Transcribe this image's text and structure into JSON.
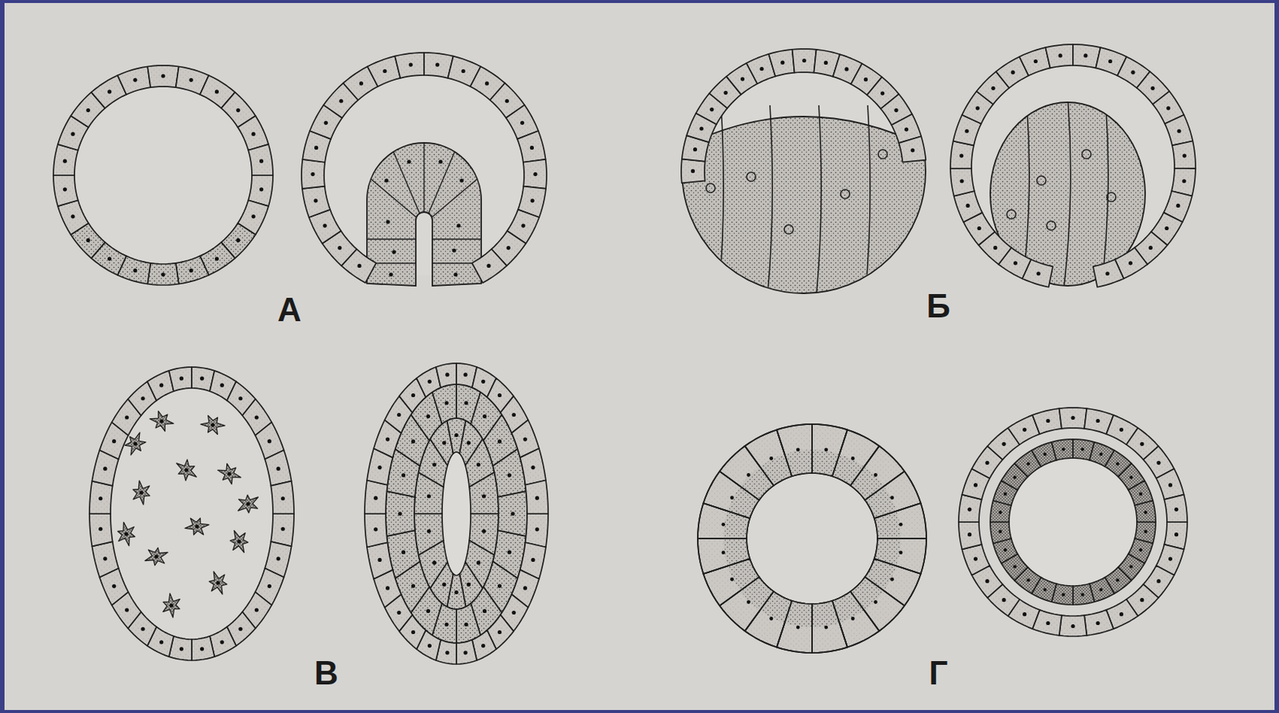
{
  "diagram": {
    "labels": [
      "А",
      "Б",
      "В",
      "Г"
    ]
  }
}
